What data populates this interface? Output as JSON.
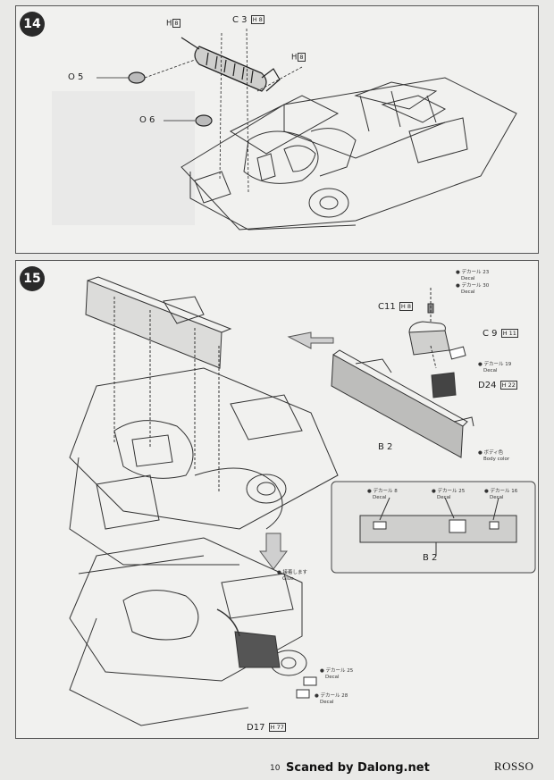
{
  "step14": {
    "number": "14",
    "labels": {
      "h8_top": "H",
      "h8_top_box": "8",
      "c3": "C 3",
      "c3_box": "H 8",
      "h8_right": "H",
      "h8_right_box": "8",
      "o5": "O 5",
      "o6": "O 6"
    }
  },
  "step15": {
    "number": "15",
    "labels": {
      "c11": "C11",
      "c11_box": "H 8",
      "c9": "C 9",
      "c9_box": "H 11",
      "d24": "D24",
      "d24_box": "H 22",
      "b2": "B 2",
      "b2_inset": "B 2",
      "d17": "D17",
      "d17_box": "H 77"
    },
    "notes": {
      "decal23_jp": "● デカール 23",
      "decal23_en": "Decal",
      "decal30_jp": "● デカール 30",
      "decal30_en": "Decal",
      "decal19_jp": "● デカール 19",
      "decal19_en": "Decal",
      "body_color_jp": "● ボディ色",
      "body_color_en": "Body color",
      "inset_decal8_jp": "● デカール 8",
      "inset_decal8_en": "Decal",
      "inset_decal25_jp": "● デカール 25",
      "inset_decal25_en": "Decal",
      "inset_decal16_jp": "● デカール 16",
      "inset_decal16_en": "Decal",
      "glue_jp": "● 接着します",
      "glue_en": "Glue",
      "decal25_jp": "● デカール 25",
      "decal25_en": "Decal",
      "decal28_jp": "● デカール 28",
      "decal28_en": "Decal"
    }
  },
  "footer": {
    "page": "10",
    "credit": "Scaned by Dalong.net",
    "brand": "ROSSO"
  }
}
